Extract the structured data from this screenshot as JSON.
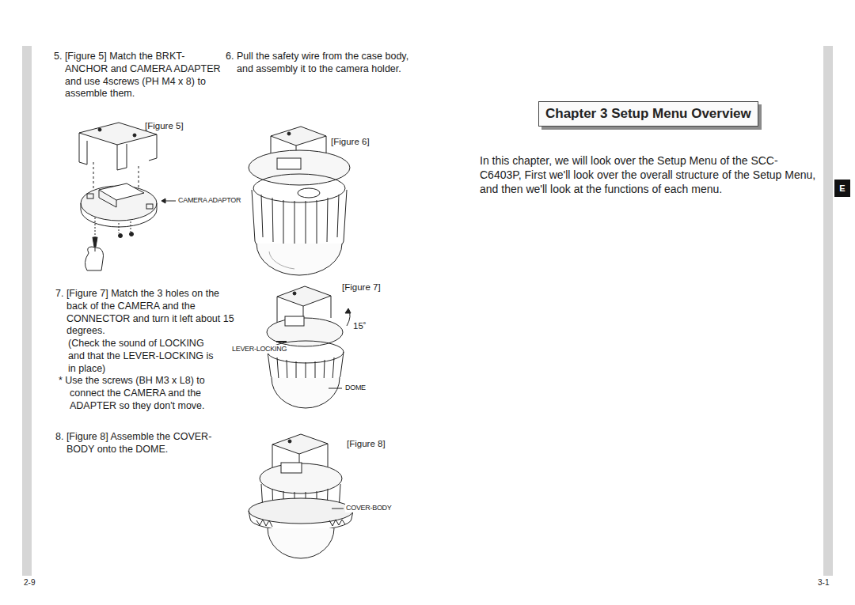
{
  "diagram": {
    "title": "Chapter 3  Setup Menu Overview",
    "nodes": [
      {
        "text": [
          "E"
        ]
      }
    ],
    "labels": [
      "5. [Figure 5] Match the BRKT-ANCHOR and CAMERA ADAPTER and use 4screws (PH M4 x 8) to assemble them.",
      "6. Pull the safety wire from the case body, and assembly it to the camera holder.",
      "[Figure 5]",
      "CAMERA ADAPTOR",
      "[Figure 6]",
      "7. [Figure 7] Match the 3 holes on the back of the CAMERA and the CONNECTOR and turn it left about 15 degrees.",
      "(Check the sound of LOCKING and that the LEVER-LOCKING is in place)",
      "* Use the screws (BH M3 x L8) to connect the CAMERA and the ADAPTER so they don't move.",
      "[Figure 7]",
      "15˚",
      "LEVER-LOCKING",
      "DOME",
      "8. [Figure 8] Assemble the COVER-BODY onto the DOME.",
      "[Figure 8]",
      "COVER-BODY",
      "In this chapter, we will look over the Setup Menu of the SCC-C6403P, First we'll look over the overall structure of the Setup Menu, and then we'll look at the functions of each menu.",
      "2-9",
      "3-1"
    ]
  }
}
